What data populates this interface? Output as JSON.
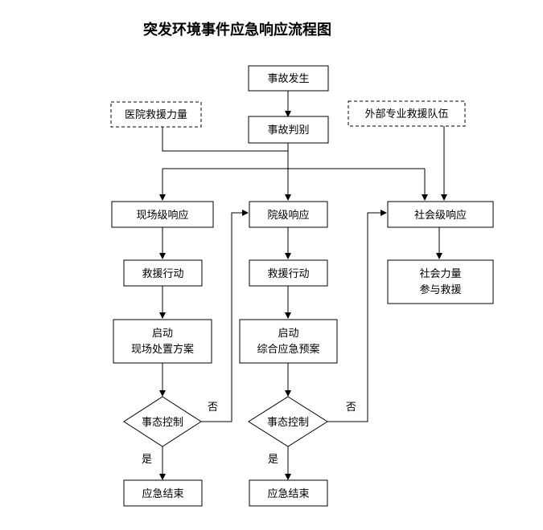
{
  "title": "突发环境事件应急响应流程图",
  "nodes": {
    "accident": "事故发生",
    "hospital": "医院救援力量",
    "external": "外部专业救援队伍",
    "judge": "事故判别",
    "site_level": "现场级响应",
    "hosp_level": "院级响应",
    "social_level": "社会级响应",
    "rescue_a": "救援行动",
    "rescue_b": "救援行动",
    "social_force_1": "社会力量",
    "social_force_2": "参与救援",
    "start_a_1": "启动",
    "start_a_2": "现场处置方案",
    "start_b_1": "启动",
    "start_b_2": "综合应急预案",
    "control_a": "事态控制",
    "control_b": "事态控制",
    "end_a": "应急结束",
    "end_b": "应急结束"
  },
  "edge_labels": {
    "yes_a": "是",
    "no_a": "否",
    "yes_b": "是",
    "no_b": "否"
  }
}
